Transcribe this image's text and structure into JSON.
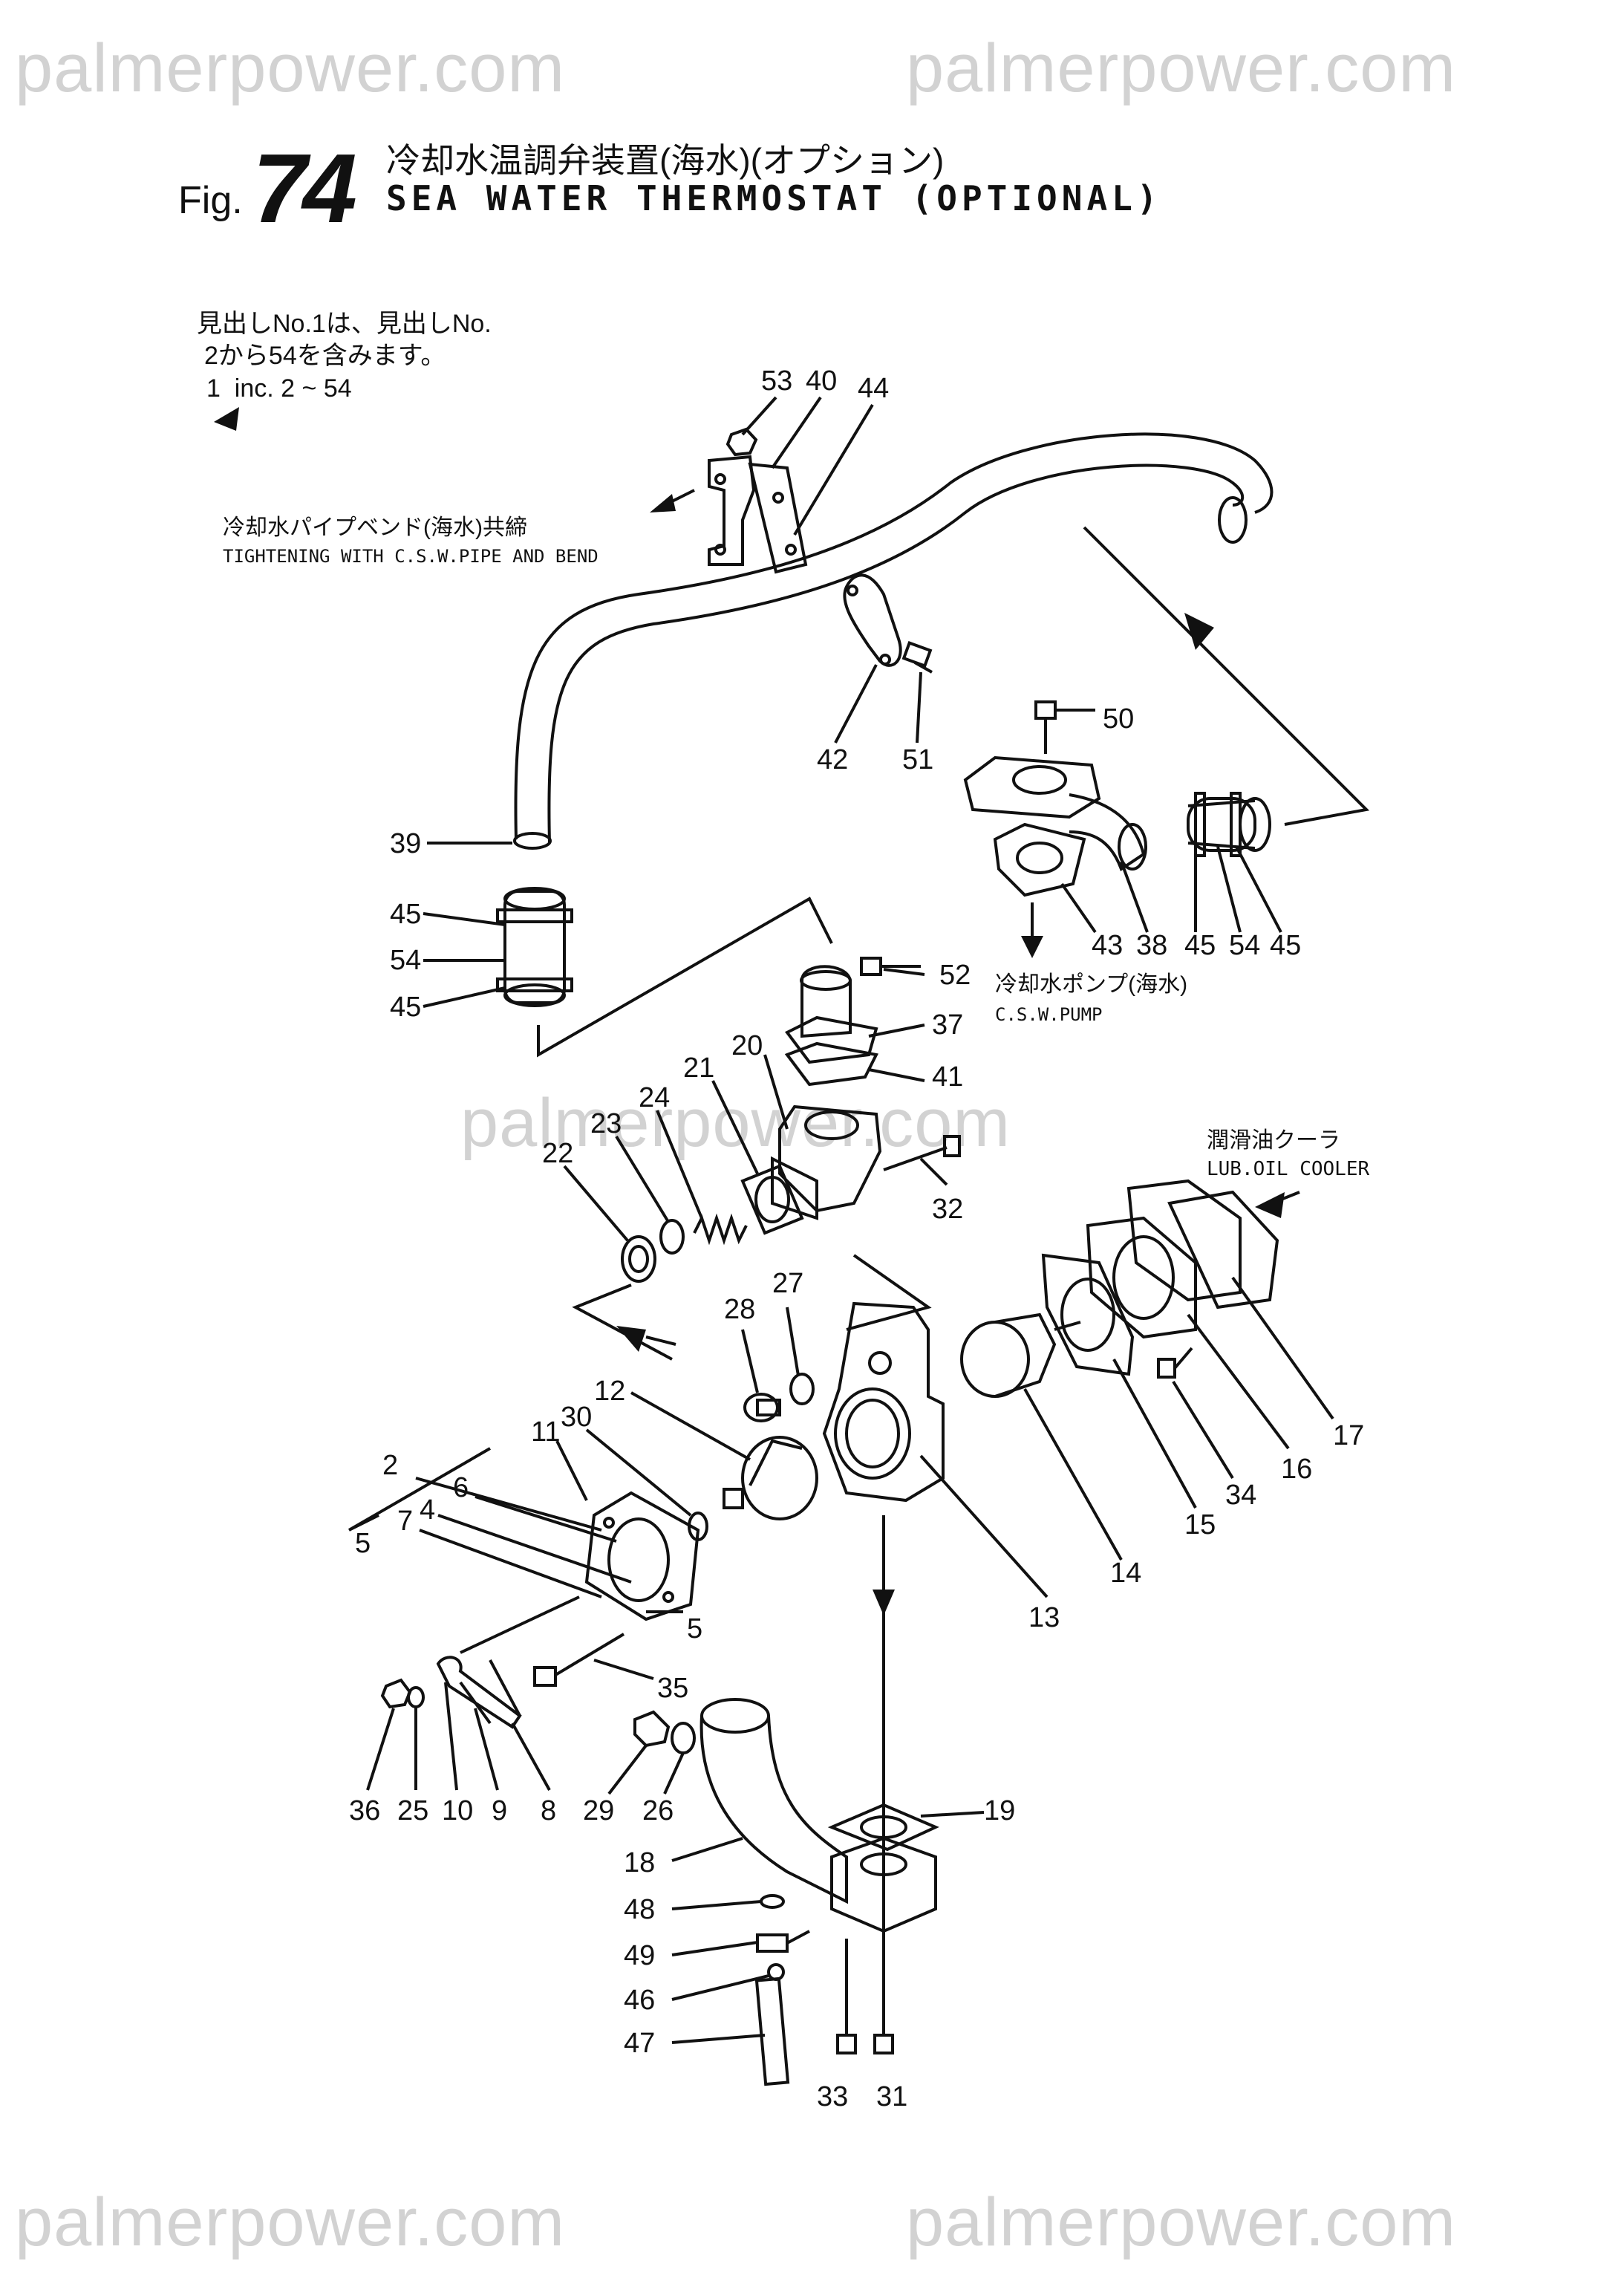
{
  "watermark": "palmerpower.com",
  "header": {
    "fig_label": "Fig.",
    "fig_number": "74",
    "title_jp": "冷却水温調弁装置(海水)(オプション)",
    "title_en": "SEA WATER THERMOSTAT (OPTIONAL)"
  },
  "notes": {
    "includes_jp_1": "見出しNo.1は、見出しNo.",
    "includes_jp_2": "2から54を含みます。",
    "includes_en": "1  inc. 2 ~ 54",
    "tightening_jp": "冷却水パイプベンド(海水)共締",
    "tightening_en": "TIGHTENING WITH C.S.W.PIPE AND BEND",
    "pump_jp": "冷却水ポンプ(海水)",
    "pump_en": "C.S.W.PUMP",
    "cooler_jp": "潤滑油クーラ",
    "cooler_en": "LUB.OIL COOLER"
  },
  "part_numbers": {
    "p53": "53",
    "p40": "40",
    "p44": "44",
    "p42": "42",
    "p51": "51",
    "p50": "50",
    "p39": "39",
    "p45a": "45",
    "p54a": "54",
    "p45b": "45",
    "p43": "43",
    "p38": "38",
    "p45c": "45",
    "p54b": "54",
    "p45d": "45",
    "p52": "52",
    "p37": "37",
    "p41": "41",
    "p20": "20",
    "p21": "21",
    "p24": "24",
    "p23": "23",
    "p22": "22",
    "p32": "32",
    "p28": "28",
    "p27": "27",
    "p12": "12",
    "p11": "11",
    "p30": "30",
    "p2": "2",
    "p6": "6",
    "p7": "7",
    "p4": "4",
    "p5a": "5",
    "p5b": "5",
    "p13": "13",
    "p14": "14",
    "p15": "15",
    "p34": "34",
    "p16": "16",
    "p17": "17",
    "p35": "35",
    "p36": "36",
    "p25": "25",
    "p10": "10",
    "p9": "9",
    "p8": "8",
    "p29": "29",
    "p26": "26",
    "p19": "19",
    "p18": "18",
    "p48": "48",
    "p49": "49",
    "p46": "46",
    "p47": "47",
    "p33": "33",
    "p31": "31"
  }
}
